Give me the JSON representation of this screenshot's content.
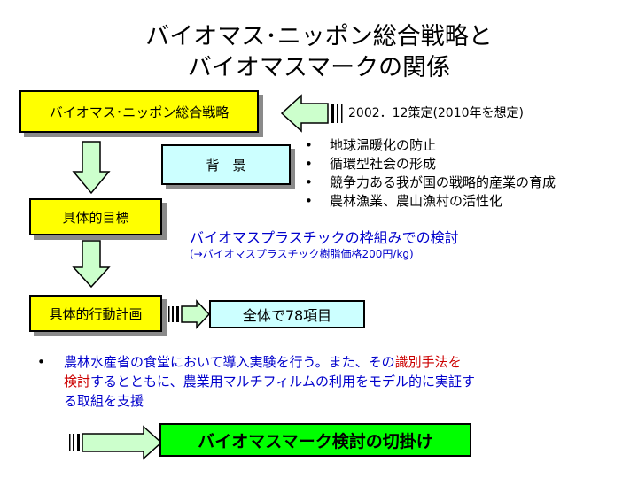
{
  "title": {
    "line1": "バイオマス･ニッポン総合戦略と",
    "line2": "バイオマスマークの関係"
  },
  "boxes": {
    "strategy": "バイオマス･ニッポン総合戦略",
    "background": "背　景",
    "target": "具体的目標",
    "action_plan": "具体的行動計画",
    "items": "全体で78項目",
    "trigger": "バイオマスマーク検討の切掛け"
  },
  "strategy_note": "2002．12策定(2010年を想定)",
  "background_points": [
    "地球温暖化の防止",
    "循環型社会の形成",
    "競争力ある我が国の戦略的産業の育成",
    "農林漁業、農山漁村の活性化"
  ],
  "plastic_study": {
    "heading": "バイオマスプラスチックの枠組みでの検討",
    "note": "(→バイオマスプラスチック樹脂価格200円/kg)"
  },
  "support": {
    "part1": "農林水産省の食堂において導入実験を行う。また、その",
    "highlight1": "識別手法を",
    "highlight2": "検討",
    "part2": "するとともに、農業用マルチフィルムの利用をモデル的に実証す",
    "part3": "る取組を支援"
  },
  "colors": {
    "yellow": "#ffff00",
    "cyan": "#ccffff",
    "green": "#00ff00",
    "arrow_fill": "#ccffcc",
    "text_blue": "#0000cc",
    "text_red": "#cc0000"
  }
}
